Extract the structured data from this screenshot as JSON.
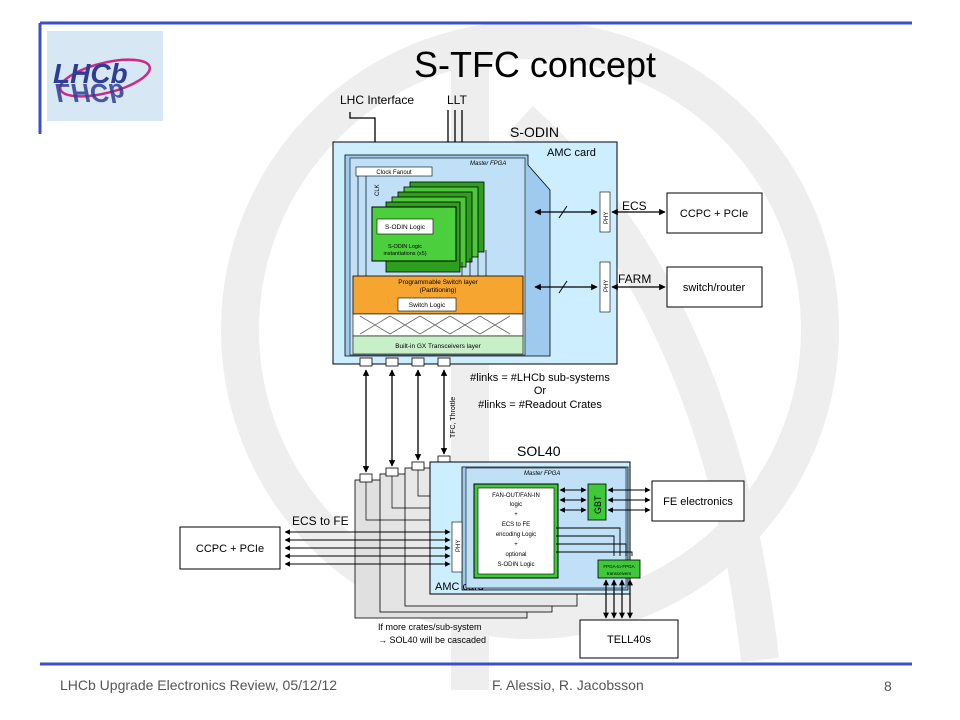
{
  "slide": {
    "title": "S-TFC concept",
    "logo_text": "LHCb",
    "footer_left": "LHCb Upgrade Electronics Review, 05/12/12",
    "footer_authors": "F. Alessio, R. Jacobsson",
    "page_number": "8"
  },
  "diagram": {
    "lhc_interface": "LHC Interface",
    "llt": "LLT",
    "sodin": "S-ODIN",
    "amc_card_top": "AMC card",
    "master_fpga_top": "Master FPGA",
    "clock_fanout": "Clock Fanout",
    "clk": "CLK",
    "sodin_logic": "S-ODIN Logic",
    "sodin_instances_1": "S-ODIN Logic",
    "sodin_instances_2": "instantiations (x5)",
    "switch_layer_1": "Programmable Switch layer",
    "switch_layer_2": "(Partitioning)",
    "switch_logic": "Switch Logic",
    "gx_layer": "Built-in GX Transceivers layer",
    "phy": "PHY",
    "ecs": "ECS",
    "farm": "FARM",
    "ccpc_pcie": "CCPC + PCIe",
    "switch_router": "switch/router",
    "links_1": "#links = #LHCb sub-systems",
    "links_2": "Or",
    "links_3": "#links = #Readout Crates",
    "tfc_throttle": "TFC, Throttle",
    "sol40": "SOL40",
    "master_fpga_bottom": "Master FPGA",
    "fan_lines": [
      "FAN-OUT/FAN-IN",
      "logic",
      "+",
      "ECS to FE",
      "encoding Logic",
      "+",
      "optional",
      "S-ODIN Logic"
    ],
    "gbt": "GBT",
    "fe_electronics": "FE electronics",
    "ecs_to_fe": "ECS to FE",
    "ccpc_pcie_bottom": "CCPC + PCIe",
    "fpga_to_fpga_1": "FPGA-to-FPGA",
    "fpga_to_fpga_2": "transceivers",
    "amc_card_bottom": "AMC card",
    "cascade_1": "If more crates/sub-system",
    "cascade_2": "→ SOL40 will be cascaded",
    "tell40s": "TELL40s"
  }
}
